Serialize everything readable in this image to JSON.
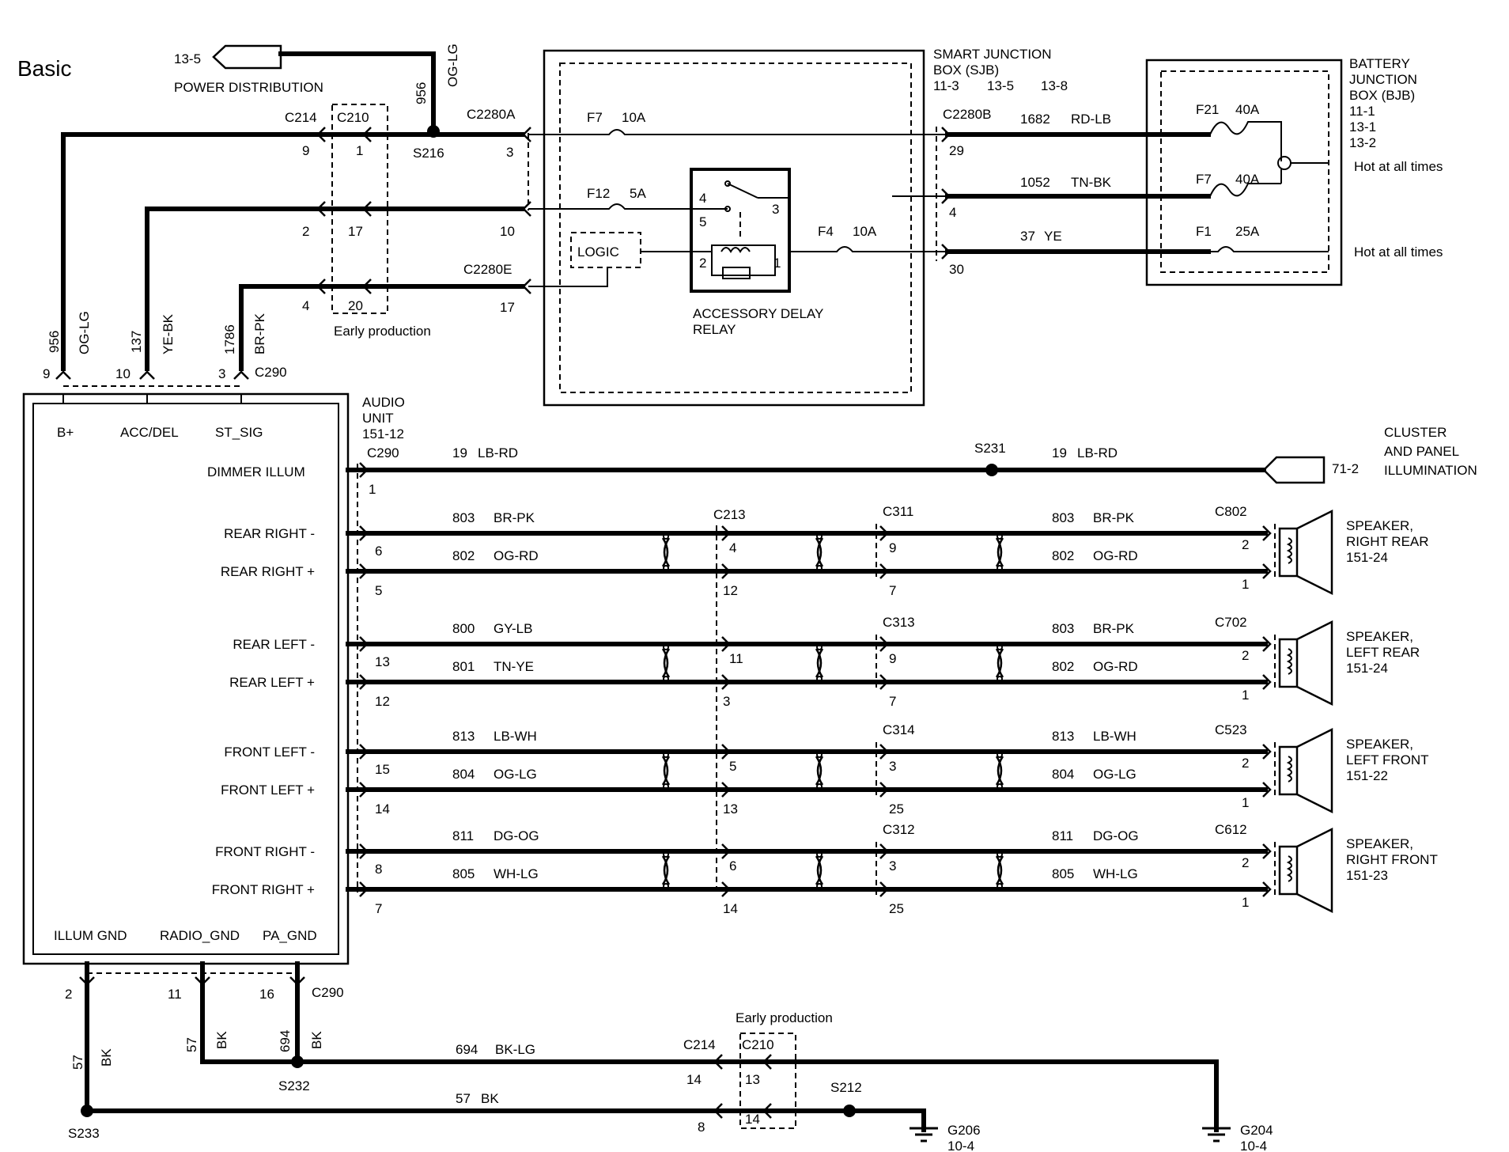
{
  "title": "Basic",
  "connectors": {
    "power_dist_ref": "13-5",
    "power_dist_label": "POWER DISTRIBUTION",
    "c214": "C214",
    "c210": "C210",
    "c2280a": "C2280A",
    "c2280b": "C2280B",
    "c2280e": "C2280E",
    "c290": "C290",
    "c213": "C213",
    "c311": "C311",
    "c313": "C313",
    "c314": "C314",
    "c312": "C312",
    "c802": "C802",
    "c702": "C702",
    "c523": "C523",
    "c612": "C612",
    "s216": "S216",
    "s231": "S231",
    "s232": "S232",
    "s233": "S233",
    "s212": "S212",
    "early_production": "Early production",
    "g206": "G206",
    "g206_ref": "10-4",
    "g204": "G204",
    "g204_ref": "10-4"
  },
  "sjb": {
    "title_1": "SMART  JUNCTION",
    "title_2": "BOX (SJB)",
    "refs": [
      "11-3",
      "13-5",
      "13-8"
    ],
    "fuses": [
      {
        "id": "F7",
        "rating": "10A"
      },
      {
        "id": "F12",
        "rating": "5A"
      },
      {
        "id": "F4",
        "rating": "10A"
      }
    ],
    "logic": "LOGIC",
    "relay_label_1": "ACCESSORY DELAY",
    "relay_label_2": "RELAY",
    "relay_pins": [
      "4",
      "5",
      "3",
      "2",
      "1"
    ]
  },
  "bjb": {
    "title": [
      "BATTERY",
      "JUNCTION",
      "BOX (BJB)"
    ],
    "refs": [
      "11-1",
      "13-1",
      "13-2"
    ],
    "fuses": [
      {
        "id": "F21",
        "rating": "40A"
      },
      {
        "id": "F7",
        "rating": "40A"
      },
      {
        "id": "F1",
        "rating": "25A"
      }
    ],
    "hot_label": "Hot at all times"
  },
  "wires": {
    "w956": "956",
    "og_lg": "OG-LG",
    "w137": "137",
    "ye_bk": "YE-BK",
    "w1786": "1786",
    "br_pk": "BR-PK",
    "w1682": "1682",
    "rd_lb": "RD-LB",
    "w1052": "1052",
    "tn_bk": "TN-BK",
    "w37": "37",
    "ye": "YE",
    "w19": "19",
    "lb_rd": "LB-RD",
    "w57": "57",
    "bk": "BK",
    "w694": "694",
    "bk_lg": "BK-LG"
  },
  "pins": {
    "c214_9": "9",
    "c210_1": "1",
    "c2280a_3": "3",
    "c214_2": "2",
    "c210_17": "17",
    "c2280a_10": "10",
    "c214_4": "4",
    "c210_20": "20",
    "c2280e_17": "17",
    "c2280b_29": "29",
    "c2280b_4": "4",
    "c2280b_30": "30",
    "c290_9": "9",
    "c290_10": "10",
    "c290_3": "3",
    "c290_1": "1",
    "c290_2": "2",
    "c290_11": "11",
    "c290_16": "16",
    "c214_14": "14",
    "c210_13": "13",
    "c214_8": "8",
    "c210_14": "14"
  },
  "audio": {
    "title": [
      "AUDIO",
      "UNIT",
      "151-12"
    ],
    "top_pins": [
      "B+",
      "ACC/DEL",
      "ST_SIG"
    ],
    "dimmer": "DIMMER ILLUM",
    "bottom_pins": [
      "ILLUM GND",
      "RADIO_GND",
      "PA_GND"
    ]
  },
  "cluster": {
    "ref": "71-2",
    "label": [
      "CLUSTER",
      "AND PANEL",
      "ILLUMINATION"
    ]
  },
  "speakers": [
    {
      "minus_label": "REAR RIGHT -",
      "plus_label": "REAR RIGHT +",
      "c290_minus": "6",
      "c290_plus": "5",
      "w_minus_a": "803",
      "c_minus_a": "BR-PK",
      "w_plus_a": "802",
      "c_plus_a": "OG-RD",
      "c213_minus": "4",
      "c213_plus": "12",
      "mid": "C311",
      "mid_minus": "9",
      "mid_plus": "7",
      "w_minus_b": "803",
      "c_minus_b": "BR-PK",
      "w_plus_b": "802",
      "c_plus_b": "OG-RD",
      "end": "C802",
      "end_minus": "2",
      "end_plus": "1",
      "name": [
        "SPEAKER,",
        "RIGHT  REAR",
        "151-24"
      ]
    },
    {
      "minus_label": "REAR LEFT -",
      "plus_label": "REAR LEFT +",
      "c290_minus": "13",
      "c290_plus": "12",
      "w_minus_a": "800",
      "c_minus_a": "GY-LB",
      "w_plus_a": "801",
      "c_plus_a": "TN-YE",
      "c213_minus": "11",
      "c213_plus": "3",
      "mid": "C313",
      "mid_minus": "9",
      "mid_plus": "7",
      "w_minus_b": "803",
      "c_minus_b": "BR-PK",
      "w_plus_b": "802",
      "c_plus_b": "OG-RD",
      "end": "C702",
      "end_minus": "2",
      "end_plus": "1",
      "name": [
        "SPEAKER,",
        "LEFT  REAR",
        "151-24"
      ]
    },
    {
      "minus_label": "FRONT LEFT -",
      "plus_label": "FRONT LEFT +",
      "c290_minus": "15",
      "c290_plus": "14",
      "w_minus_a": "813",
      "c_minus_a": "LB-WH",
      "w_plus_a": "804",
      "c_plus_a": "OG-LG",
      "c213_minus": "5",
      "c213_plus": "13",
      "mid": "C314",
      "mid_minus": "3",
      "mid_plus": "25",
      "w_minus_b": "813",
      "c_minus_b": "LB-WH",
      "w_plus_b": "804",
      "c_plus_b": "OG-LG",
      "end": "C523",
      "end_minus": "2",
      "end_plus": "1",
      "name": [
        "SPEAKER,",
        "LEFT  FRONT",
        "151-22"
      ]
    },
    {
      "minus_label": "FRONT RIGHT -",
      "plus_label": "FRONT RIGHT +",
      "c290_minus": "8",
      "c290_plus": "7",
      "w_minus_a": "811",
      "c_minus_a": "DG-OG",
      "w_plus_a": "805",
      "c_plus_a": "WH-LG",
      "c213_minus": "6",
      "c213_plus": "14",
      "mid": "C312",
      "mid_minus": "3",
      "mid_plus": "25",
      "w_minus_b": "811",
      "c_minus_b": "DG-OG",
      "w_plus_b": "805",
      "c_plus_b": "WH-LG",
      "end": "C612",
      "end_minus": "2",
      "end_plus": "1",
      "name": [
        "SPEAKER,",
        "RIGHT  FRONT",
        "151-23"
      ]
    }
  ]
}
